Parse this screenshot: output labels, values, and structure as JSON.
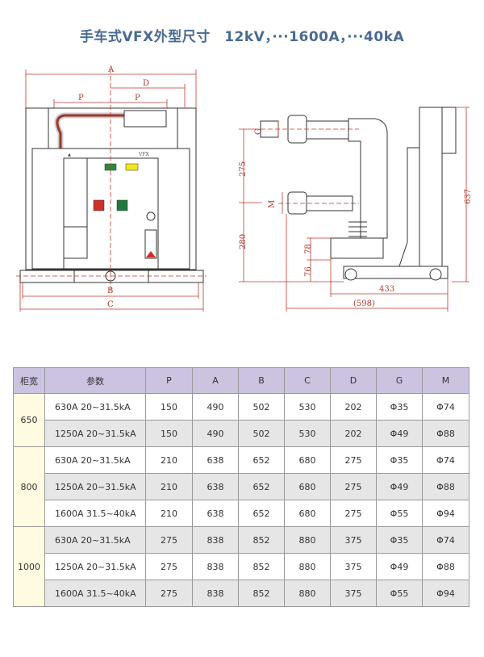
{
  "title": "手车式VFX外型尺寸　12kV，···1600A，···40kA",
  "drawing": {
    "front_labels": {
      "A": "A",
      "D": "D",
      "P1": "P",
      "P2": "P",
      "B": "B",
      "C": "C",
      "brand": "VFX"
    },
    "side_labels": {
      "G": "G",
      "M": "M",
      "d275": "275",
      "d280": "280",
      "d78": "78",
      "d76": "76",
      "d637": "637",
      "d433": "433",
      "d598": "(598)"
    }
  },
  "table": {
    "headers": [
      "柜宽",
      "参数",
      "P",
      "A",
      "B",
      "C",
      "D",
      "G",
      "M"
    ],
    "groups": [
      {
        "width": "650",
        "rows": [
          [
            "630A   20~31.5kA",
            "150",
            "490",
            "502",
            "530",
            "202",
            "Φ35",
            "Φ74"
          ],
          [
            "1250A   20~31.5kA",
            "150",
            "490",
            "502",
            "530",
            "202",
            "Φ49",
            "Φ88"
          ]
        ]
      },
      {
        "width": "800",
        "rows": [
          [
            "630A   20~31.5kA",
            "210",
            "638",
            "652",
            "680",
            "275",
            "Φ35",
            "Φ74"
          ],
          [
            "1250A   20~31.5kA",
            "210",
            "638",
            "652",
            "680",
            "275",
            "Φ49",
            "Φ88"
          ],
          [
            "1600A   31.5~40kA",
            "210",
            "638",
            "652",
            "680",
            "275",
            "Φ55",
            "Φ94"
          ]
        ]
      },
      {
        "width": "1000",
        "rows": [
          [
            "630A   20~31.5kA",
            "275",
            "838",
            "852",
            "880",
            "375",
            "Φ35",
            "Φ74"
          ],
          [
            "1250A   20~31.5kA",
            "275",
            "838",
            "852",
            "880",
            "375",
            "Φ49",
            "Φ88"
          ],
          [
            "1600A   31.5~40kA",
            "275",
            "838",
            "852",
            "880",
            "375",
            "Φ55",
            "Φ94"
          ]
        ]
      }
    ]
  }
}
